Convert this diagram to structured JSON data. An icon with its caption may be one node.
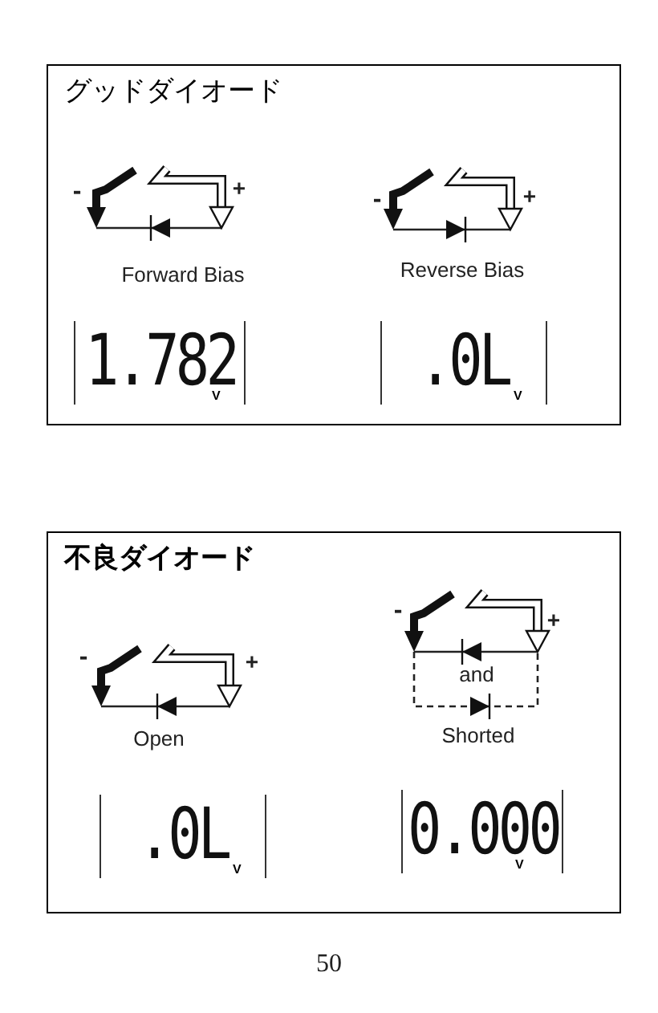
{
  "diagram": {
    "nodes": [
      {
        "text": [
          "グッドダイオード"
        ]
      },
      {
        "text": [
          "不良ダイオード"
        ]
      }
    ],
    "labels": [
      "-",
      "+",
      "-",
      "+",
      "Forward Bias",
      "Reverse Bias",
      "1.782",
      "V",
      ".0L",
      "V",
      "-",
      "+",
      "-",
      "+",
      "and",
      "Open",
      "Shorted",
      ".0L",
      "V",
      "0.000",
      "V",
      "50"
    ]
  }
}
